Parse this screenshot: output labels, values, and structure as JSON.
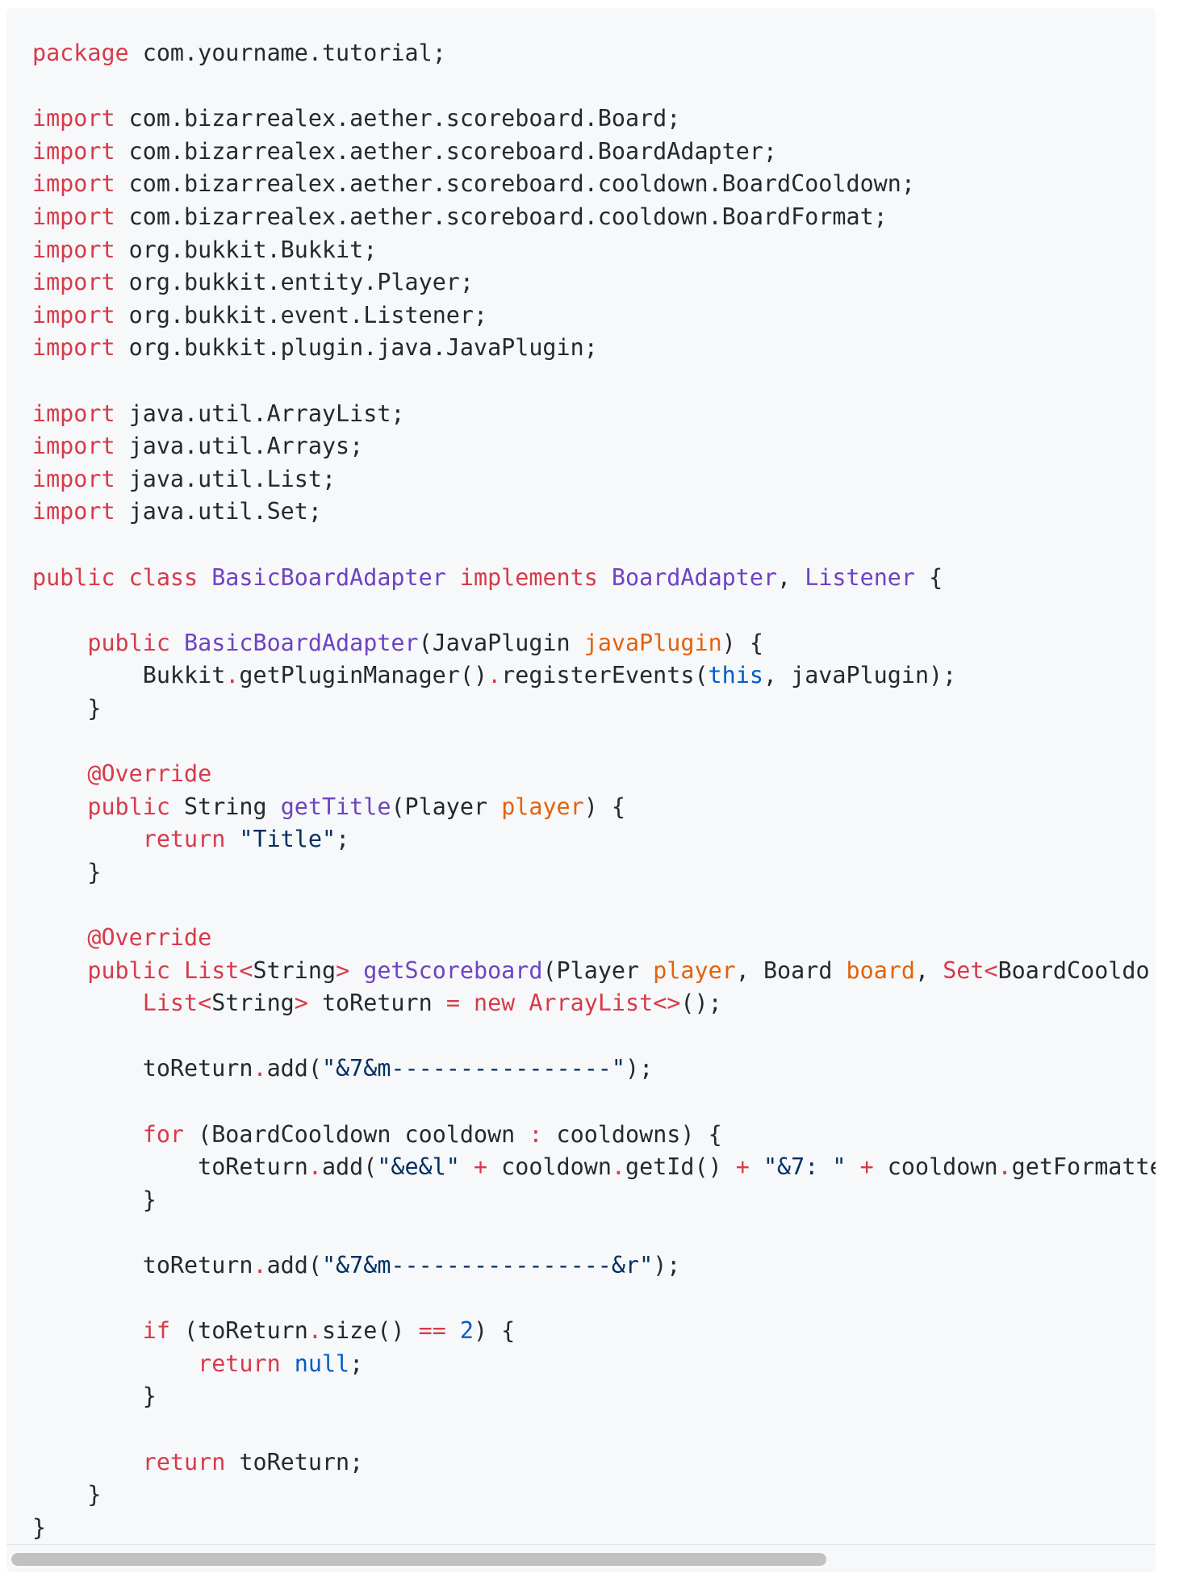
{
  "code_view": {
    "language": "java",
    "lines": [
      [
        {
          "t": "package",
          "c": "kw"
        },
        {
          "t": " com.yourname.tutorial;",
          "c": ""
        }
      ],
      [],
      [
        {
          "t": "import",
          "c": "kw"
        },
        {
          "t": " com.bizarrealex.aether.scoreboard.Board;",
          "c": ""
        }
      ],
      [
        {
          "t": "import",
          "c": "kw"
        },
        {
          "t": " com.bizarrealex.aether.scoreboard.BoardAdapter;",
          "c": ""
        }
      ],
      [
        {
          "t": "import",
          "c": "kw"
        },
        {
          "t": " com.bizarrealex.aether.scoreboard.cooldown.BoardCooldown;",
          "c": ""
        }
      ],
      [
        {
          "t": "import",
          "c": "kw"
        },
        {
          "t": " com.bizarrealex.aether.scoreboard.cooldown.BoardFormat;",
          "c": ""
        }
      ],
      [
        {
          "t": "import",
          "c": "kw"
        },
        {
          "t": " org.bukkit.Bukkit;",
          "c": ""
        }
      ],
      [
        {
          "t": "import",
          "c": "kw"
        },
        {
          "t": " org.bukkit.entity.Player;",
          "c": ""
        }
      ],
      [
        {
          "t": "import",
          "c": "kw"
        },
        {
          "t": " org.bukkit.event.Listener;",
          "c": ""
        }
      ],
      [
        {
          "t": "import",
          "c": "kw"
        },
        {
          "t": " org.bukkit.plugin.java.JavaPlugin;",
          "c": ""
        }
      ],
      [],
      [
        {
          "t": "import",
          "c": "kw"
        },
        {
          "t": " java.util.ArrayList;",
          "c": ""
        }
      ],
      [
        {
          "t": "import",
          "c": "kw"
        },
        {
          "t": " java.util.Arrays;",
          "c": ""
        }
      ],
      [
        {
          "t": "import",
          "c": "kw"
        },
        {
          "t": " java.util.List;",
          "c": ""
        }
      ],
      [
        {
          "t": "import",
          "c": "kw"
        },
        {
          "t": " java.util.Set;",
          "c": ""
        }
      ],
      [],
      [
        {
          "t": "public",
          "c": "kw"
        },
        {
          "t": " ",
          "c": ""
        },
        {
          "t": "class",
          "c": "kw"
        },
        {
          "t": " ",
          "c": ""
        },
        {
          "t": "BasicBoardAdapter",
          "c": "ent"
        },
        {
          "t": " ",
          "c": ""
        },
        {
          "t": "implements",
          "c": "kw"
        },
        {
          "t": " ",
          "c": ""
        },
        {
          "t": "BoardAdapter",
          "c": "ent"
        },
        {
          "t": ", ",
          "c": ""
        },
        {
          "t": "Listener",
          "c": "ent"
        },
        {
          "t": " {",
          "c": ""
        }
      ],
      [],
      [
        {
          "t": "    ",
          "c": ""
        },
        {
          "t": "public",
          "c": "kw"
        },
        {
          "t": " ",
          "c": ""
        },
        {
          "t": "BasicBoardAdapter",
          "c": "ent"
        },
        {
          "t": "(JavaPlugin ",
          "c": ""
        },
        {
          "t": "javaPlugin",
          "c": "param"
        },
        {
          "t": ") {",
          "c": ""
        }
      ],
      [
        {
          "t": "        Bukkit",
          "c": ""
        },
        {
          "t": ".",
          "c": "kw"
        },
        {
          "t": "getPluginManager()",
          "c": ""
        },
        {
          "t": ".",
          "c": "kw"
        },
        {
          "t": "registerEvents(",
          "c": ""
        },
        {
          "t": "this",
          "c": "const"
        },
        {
          "t": ", javaPlugin);",
          "c": ""
        }
      ],
      [
        {
          "t": "    }",
          "c": ""
        }
      ],
      [],
      [
        {
          "t": "    ",
          "c": ""
        },
        {
          "t": "@Override",
          "c": "kw"
        }
      ],
      [
        {
          "t": "    ",
          "c": ""
        },
        {
          "t": "public",
          "c": "kw"
        },
        {
          "t": " String ",
          "c": ""
        },
        {
          "t": "getTitle",
          "c": "ent"
        },
        {
          "t": "(Player ",
          "c": ""
        },
        {
          "t": "player",
          "c": "param"
        },
        {
          "t": ") {",
          "c": ""
        }
      ],
      [
        {
          "t": "        ",
          "c": ""
        },
        {
          "t": "return",
          "c": "kw"
        },
        {
          "t": " ",
          "c": ""
        },
        {
          "t": "\"Title\"",
          "c": "str"
        },
        {
          "t": ";",
          "c": ""
        }
      ],
      [
        {
          "t": "    }",
          "c": ""
        }
      ],
      [],
      [
        {
          "t": "    ",
          "c": ""
        },
        {
          "t": "@Override",
          "c": "kw"
        }
      ],
      [
        {
          "t": "    ",
          "c": ""
        },
        {
          "t": "public",
          "c": "kw"
        },
        {
          "t": " ",
          "c": ""
        },
        {
          "t": "List<",
          "c": "kw"
        },
        {
          "t": "String",
          "c": ""
        },
        {
          "t": ">",
          "c": "kw"
        },
        {
          "t": " ",
          "c": ""
        },
        {
          "t": "getScoreboard",
          "c": "ent"
        },
        {
          "t": "(Player ",
          "c": ""
        },
        {
          "t": "player",
          "c": "param"
        },
        {
          "t": ", Board ",
          "c": ""
        },
        {
          "t": "board",
          "c": "param"
        },
        {
          "t": ", ",
          "c": ""
        },
        {
          "t": "Set<",
          "c": "kw"
        },
        {
          "t": "BoardCooldo",
          "c": ""
        }
      ],
      [
        {
          "t": "        ",
          "c": ""
        },
        {
          "t": "List<",
          "c": "kw"
        },
        {
          "t": "String",
          "c": ""
        },
        {
          "t": ">",
          "c": "kw"
        },
        {
          "t": " toReturn ",
          "c": ""
        },
        {
          "t": "=",
          "c": "kw"
        },
        {
          "t": " ",
          "c": ""
        },
        {
          "t": "new",
          "c": "kw"
        },
        {
          "t": " ",
          "c": ""
        },
        {
          "t": "ArrayList<>",
          "c": "kw"
        },
        {
          "t": "();",
          "c": ""
        }
      ],
      [],
      [
        {
          "t": "        toReturn",
          "c": ""
        },
        {
          "t": ".",
          "c": "kw"
        },
        {
          "t": "add(",
          "c": ""
        },
        {
          "t": "\"&7&m----------------\"",
          "c": "str"
        },
        {
          "t": ");",
          "c": ""
        }
      ],
      [],
      [
        {
          "t": "        ",
          "c": ""
        },
        {
          "t": "for",
          "c": "kw"
        },
        {
          "t": " (BoardCooldown cooldown ",
          "c": ""
        },
        {
          "t": ":",
          "c": "kw"
        },
        {
          "t": " cooldowns) {",
          "c": ""
        }
      ],
      [
        {
          "t": "            toReturn",
          "c": ""
        },
        {
          "t": ".",
          "c": "kw"
        },
        {
          "t": "add(",
          "c": ""
        },
        {
          "t": "\"&e&l\"",
          "c": "str"
        },
        {
          "t": " ",
          "c": ""
        },
        {
          "t": "+",
          "c": "kw"
        },
        {
          "t": " cooldown",
          "c": ""
        },
        {
          "t": ".",
          "c": "kw"
        },
        {
          "t": "getId() ",
          "c": ""
        },
        {
          "t": "+",
          "c": "kw"
        },
        {
          "t": " ",
          "c": ""
        },
        {
          "t": "\"&7: \"",
          "c": "str"
        },
        {
          "t": " ",
          "c": ""
        },
        {
          "t": "+",
          "c": "kw"
        },
        {
          "t": " cooldown",
          "c": ""
        },
        {
          "t": ".",
          "c": "kw"
        },
        {
          "t": "getFormatte",
          "c": ""
        }
      ],
      [
        {
          "t": "        }",
          "c": ""
        }
      ],
      [],
      [
        {
          "t": "        toReturn",
          "c": ""
        },
        {
          "t": ".",
          "c": "kw"
        },
        {
          "t": "add(",
          "c": ""
        },
        {
          "t": "\"&7&m----------------&r\"",
          "c": "str"
        },
        {
          "t": ");",
          "c": ""
        }
      ],
      [],
      [
        {
          "t": "        ",
          "c": ""
        },
        {
          "t": "if",
          "c": "kw"
        },
        {
          "t": " (toReturn",
          "c": ""
        },
        {
          "t": ".",
          "c": "kw"
        },
        {
          "t": "size() ",
          "c": ""
        },
        {
          "t": "==",
          "c": "kw"
        },
        {
          "t": " ",
          "c": ""
        },
        {
          "t": "2",
          "c": "const"
        },
        {
          "t": ") {",
          "c": ""
        }
      ],
      [
        {
          "t": "            ",
          "c": ""
        },
        {
          "t": "return",
          "c": "kw"
        },
        {
          "t": " ",
          "c": ""
        },
        {
          "t": "null",
          "c": "const"
        },
        {
          "t": ";",
          "c": ""
        }
      ],
      [
        {
          "t": "        }",
          "c": ""
        }
      ],
      [],
      [
        {
          "t": "        ",
          "c": ""
        },
        {
          "t": "return",
          "c": "kw"
        },
        {
          "t": " toReturn;",
          "c": ""
        }
      ],
      [
        {
          "t": "    }",
          "c": ""
        }
      ],
      [
        {
          "t": "}",
          "c": ""
        }
      ]
    ]
  },
  "scrollbar": {
    "orientation": "horizontal",
    "position_fraction": 0.0,
    "visible_fraction": 0.71
  }
}
